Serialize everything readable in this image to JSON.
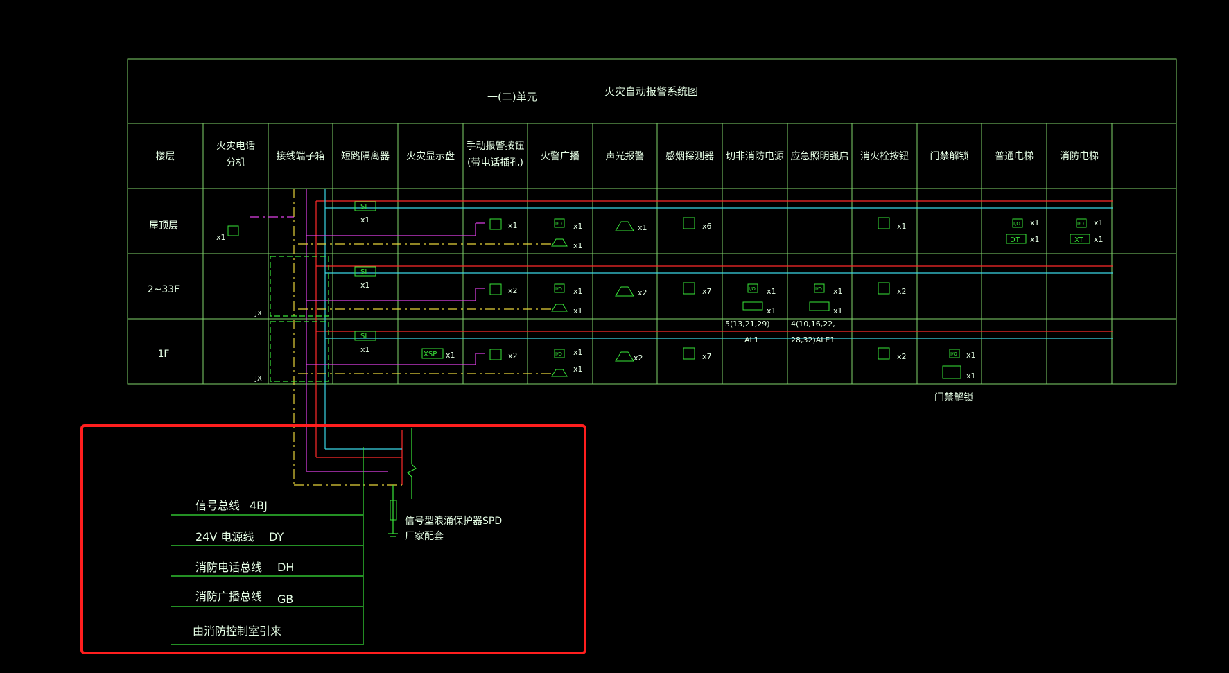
{
  "header": {
    "unit": "一(二)单元",
    "title": "火灾自动报警系统图"
  },
  "columns": [
    "楼层",
    "火灾电话\n分机",
    "接线端子箱",
    "短路隔离器",
    "火灾显示盘",
    "手动报警按钮\n(带电话插孔)",
    "火警广播",
    "声光报警",
    "感烟探测器",
    "切非消防电源",
    "应急照明强启",
    "消火栓按钮",
    "门禁解锁",
    "普通电梯",
    "消防电梯",
    ""
  ],
  "rows": [
    "屋顶层",
    "2~33F",
    "1F"
  ],
  "symbols": {
    "si": "SI",
    "xsp": "XSP",
    "io": "I/O",
    "dt": "DT",
    "xt": "XT",
    "jx": "JX"
  },
  "counts": {
    "roof": {
      "phone": "x1",
      "si": "x1",
      "button": "x1",
      "bc_io": "x1",
      "bc_spk": "x1",
      "alarm": "x1",
      "smoke": "x6",
      "hydrant": "x1",
      "elev_io": "x1",
      "elev_dt": "x1",
      "fire_io": "x1",
      "fire_xt": "x1"
    },
    "mid": {
      "si": "x1",
      "button": "x2",
      "bc_io": "x1",
      "bc_spk": "x1",
      "alarm": "x2",
      "smoke": "x7",
      "power_io": "x1",
      "power_box": "x1",
      "emerg_io": "x1",
      "emerg_box": "x1",
      "hydrant": "x2"
    },
    "first": {
      "si": "x1",
      "xsp": "x1",
      "button": "x2",
      "bc_io": "x1",
      "bc_spk": "x1",
      "alarm": "x2",
      "smoke": "x7",
      "hydrant": "x2",
      "door_io": "x1",
      "door_lock": "x1"
    }
  },
  "notes": {
    "power_ref": "5(13,21,29)",
    "power_al": "AL1",
    "emerg_ref": "4(10,16,22,",
    "emerg_al": "28,32)ALE1",
    "door_label": "门禁解锁",
    "spd1": "信号型浪涌保护器SPD",
    "spd2": "厂家配套"
  },
  "legend": [
    {
      "name": "信号总线",
      "code": "4BJ"
    },
    {
      "name": "24V  电源线",
      "code": "DY"
    },
    {
      "name": "消防电话总线",
      "code": "DH"
    },
    {
      "name": "消防广播总线",
      "code": "GB"
    },
    {
      "name": "由消防控制室引来",
      "code": ""
    }
  ],
  "colors": {
    "grid": "#7fd36a",
    "red_line": "#ff2a2a",
    "cyan_line": "#3ad6e6",
    "magenta_line": "#e040e8",
    "yellow_line": "#e6d23a",
    "highlight_box": "#ff1e1e",
    "symbol": "#39e639",
    "text": "#e6ffe6"
  }
}
